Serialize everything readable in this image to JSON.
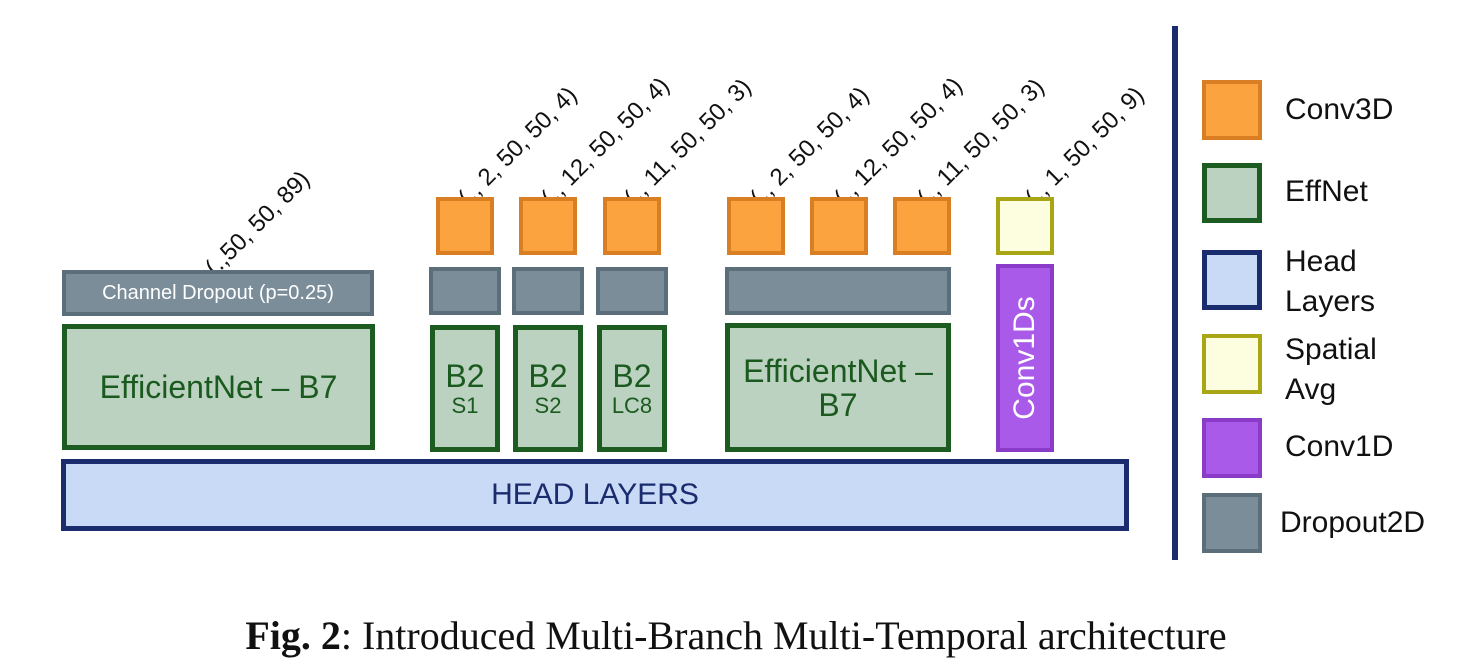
{
  "dims": {
    "b7_left": "(.,50, 50, 89)",
    "c1": "(., 2, 50, 50, 4)",
    "c2": "(., 12, 50, 50, 4)",
    "c3": "(., 11, 50, 50, 3)",
    "c4": "(., 2, 50, 50, 4)",
    "c5": "(., 12, 50, 50, 4)",
    "c6": "(., 11, 50, 50, 3)",
    "c7": "(., 1, 50, 50, 9)"
  },
  "blocks": {
    "channel_dropout": "Channel Dropout (p=0.25)",
    "effnet_b7_left": "EfficientNet – B7",
    "b2_s1_main": "B2",
    "b2_s1_sub": "S1",
    "b2_s2_main": "B2",
    "b2_s2_sub": "S2",
    "b2_lc8_main": "B2",
    "b2_lc8_sub": "LC8",
    "effnet_b7_right_line1": "EfficientNet –",
    "effnet_b7_right_line2": "B7",
    "conv1ds": "Conv1Ds",
    "head_layers": "HEAD LAYERS"
  },
  "legend": {
    "conv3d": "Conv3D",
    "effnet": "EffNet",
    "head_line1": "Head",
    "head_line2": "Layers",
    "spatial_line1": "Spatial",
    "spatial_line2": "Avg",
    "conv1d": "Conv1D",
    "dropout2d": "Dropout2D"
  },
  "caption": {
    "bold": "Fig. 2",
    "text": ": Introduced Multi-Branch Multi-Temporal architecture"
  },
  "colors": {
    "conv3d": "#fba43f",
    "effnet": "#bbd2c1",
    "head_layers": "#c8daf6",
    "spatial_avg": "#fdfee0",
    "conv1d": "#a95ae8",
    "dropout2d": "#7a8d99",
    "divider": "#1a2c6d"
  }
}
